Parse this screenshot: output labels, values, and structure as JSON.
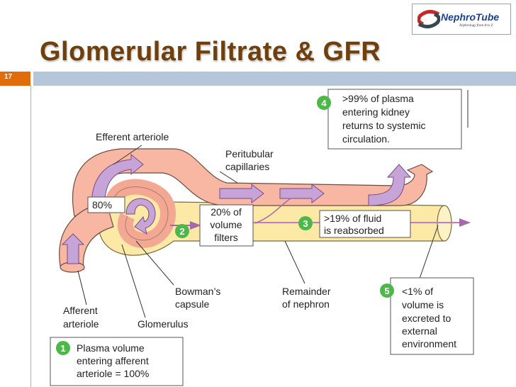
{
  "logo": {
    "name_part1": "Nephro",
    "name_part2": "Tube",
    "tagline": "Nephrology from A to Z"
  },
  "title": "Glomerular Filtrate & GFR",
  "slide_number": "17",
  "labels": {
    "efferent": "Efferent arteriole",
    "peritubular_1": "Peritubular",
    "peritubular_2": "capillaries",
    "eighty": "80%",
    "filter_1": "20% of",
    "filter_2": "volume",
    "filter_3": "filters",
    "reabsorbed_1": ">19% of fluid",
    "reabsorbed_2": "is reabsorbed",
    "bowmans_1": "Bowman’s",
    "bowmans_2": "capsule",
    "remainder_1": "Remainder",
    "remainder_2": "of nephron",
    "afferent_1": "Afferent",
    "afferent_2": "arteriole",
    "glomerulus": "Glomerulus"
  },
  "steps": [
    {
      "number": "1",
      "lines": [
        "Plasma volume",
        "entering afferent",
        "arteriole = 100%"
      ]
    },
    {
      "number": "2"
    },
    {
      "number": "3"
    },
    {
      "number": "4",
      "lines": [
        ">99% of plasma",
        "entering kidney",
        "returns to systemic",
        "circulation."
      ]
    },
    {
      "number": "5",
      "lines": [
        "<1% of",
        "volume is",
        "excreted to",
        "external",
        "environment"
      ]
    }
  ],
  "colors": {
    "title": "#6f3f0c",
    "accent_bar": "#e36c0a",
    "header_bar": "#b4c7da",
    "vessel": "#f7b7a3",
    "tubule": "#fde9a6",
    "arrow": "#c7a4d7",
    "step_badge": "#4cb848"
  }
}
